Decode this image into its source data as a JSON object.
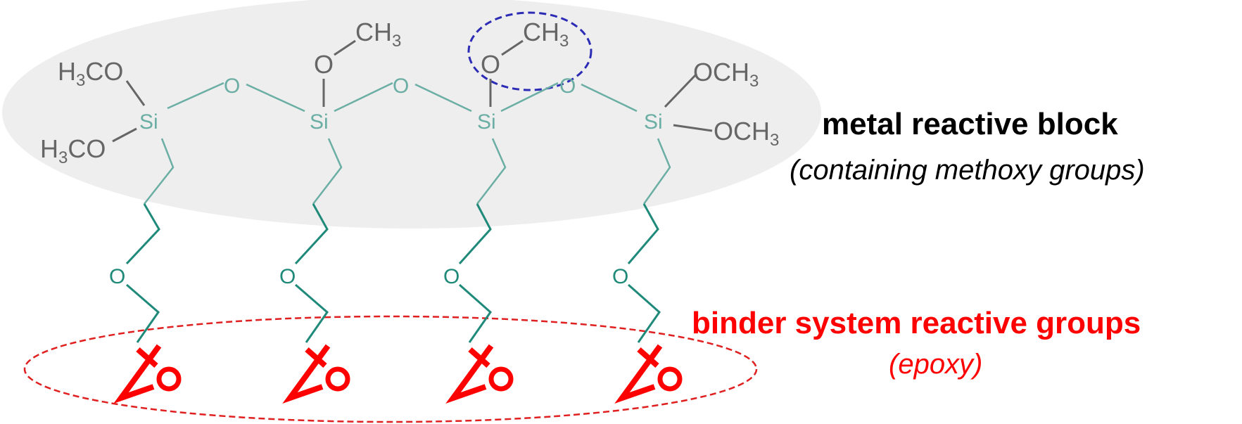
{
  "colors": {
    "metal_block_bg": "#eeeeee",
    "methoxy_highlight": "#2b2bb5",
    "siloxane_backbone": "#6aaea4",
    "spacer_chain": "#1f8a7a",
    "methoxy_atoms": "#666666",
    "epoxy": "#ff0000",
    "metal_label": "#000000",
    "binder_label": "#ff0000"
  },
  "atoms": {
    "si": "Si",
    "o": "O",
    "h3co_h": "H",
    "h3co_sub": "3",
    "h3co_co": "CO",
    "och3_och": "OCH",
    "ch3_ch": "CH",
    "sub3": "3"
  },
  "labels": {
    "metal_reactive_block": "metal reactive block",
    "metal_reactive_block_note": "(containing methoxy groups)",
    "binder_reactive_groups": "binder system reactive groups",
    "binder_reactive_groups_note": "(epoxy)"
  },
  "structure": {
    "repeat_units": 4,
    "siloxane_bridges": 3,
    "highlighted_group": "methoxy (O-CH3) on third Si"
  }
}
